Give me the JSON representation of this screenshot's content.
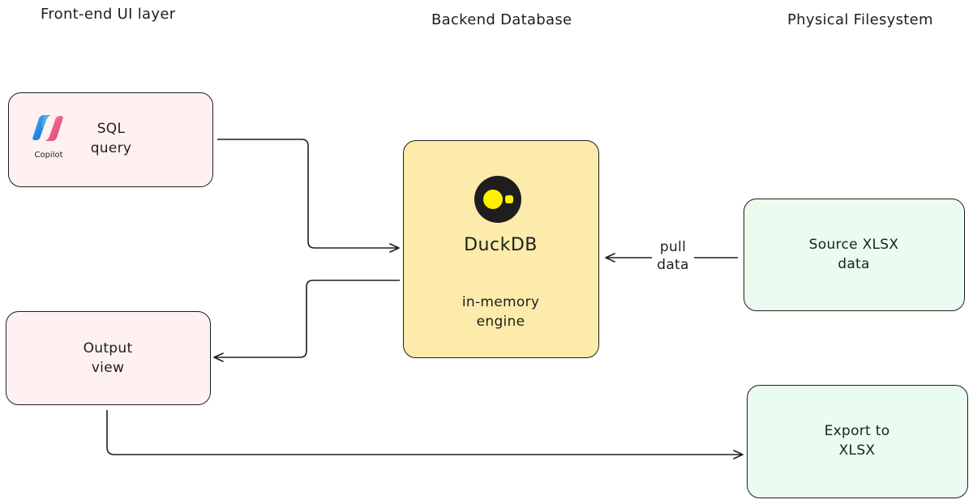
{
  "lanes": {
    "frontend": "Front-end UI layer",
    "backend": "Backend Database",
    "filesystem": "Physical Filesystem"
  },
  "nodes": {
    "sql_query": {
      "line1": "SQL",
      "line2": "query",
      "logo_caption": "Copilot"
    },
    "output_view": {
      "line1": "Output",
      "line2": "view"
    },
    "duckdb": {
      "name": "DuckDB",
      "line1": "in-memory",
      "line2": "engine"
    },
    "source_xlsx": {
      "line1": "Source XLSX",
      "line2": "data"
    },
    "export_xlsx": {
      "line1": "Export to",
      "line2": "XLSX"
    }
  },
  "edges": {
    "pull_data": {
      "line1": "pull",
      "line2": "data"
    }
  },
  "colors": {
    "ui_fill": "#fff1f1",
    "db_fill": "#fcebaa",
    "fs_fill": "#eafbef",
    "stroke": "#1e1e1e",
    "duck_yellow": "#fff000"
  }
}
